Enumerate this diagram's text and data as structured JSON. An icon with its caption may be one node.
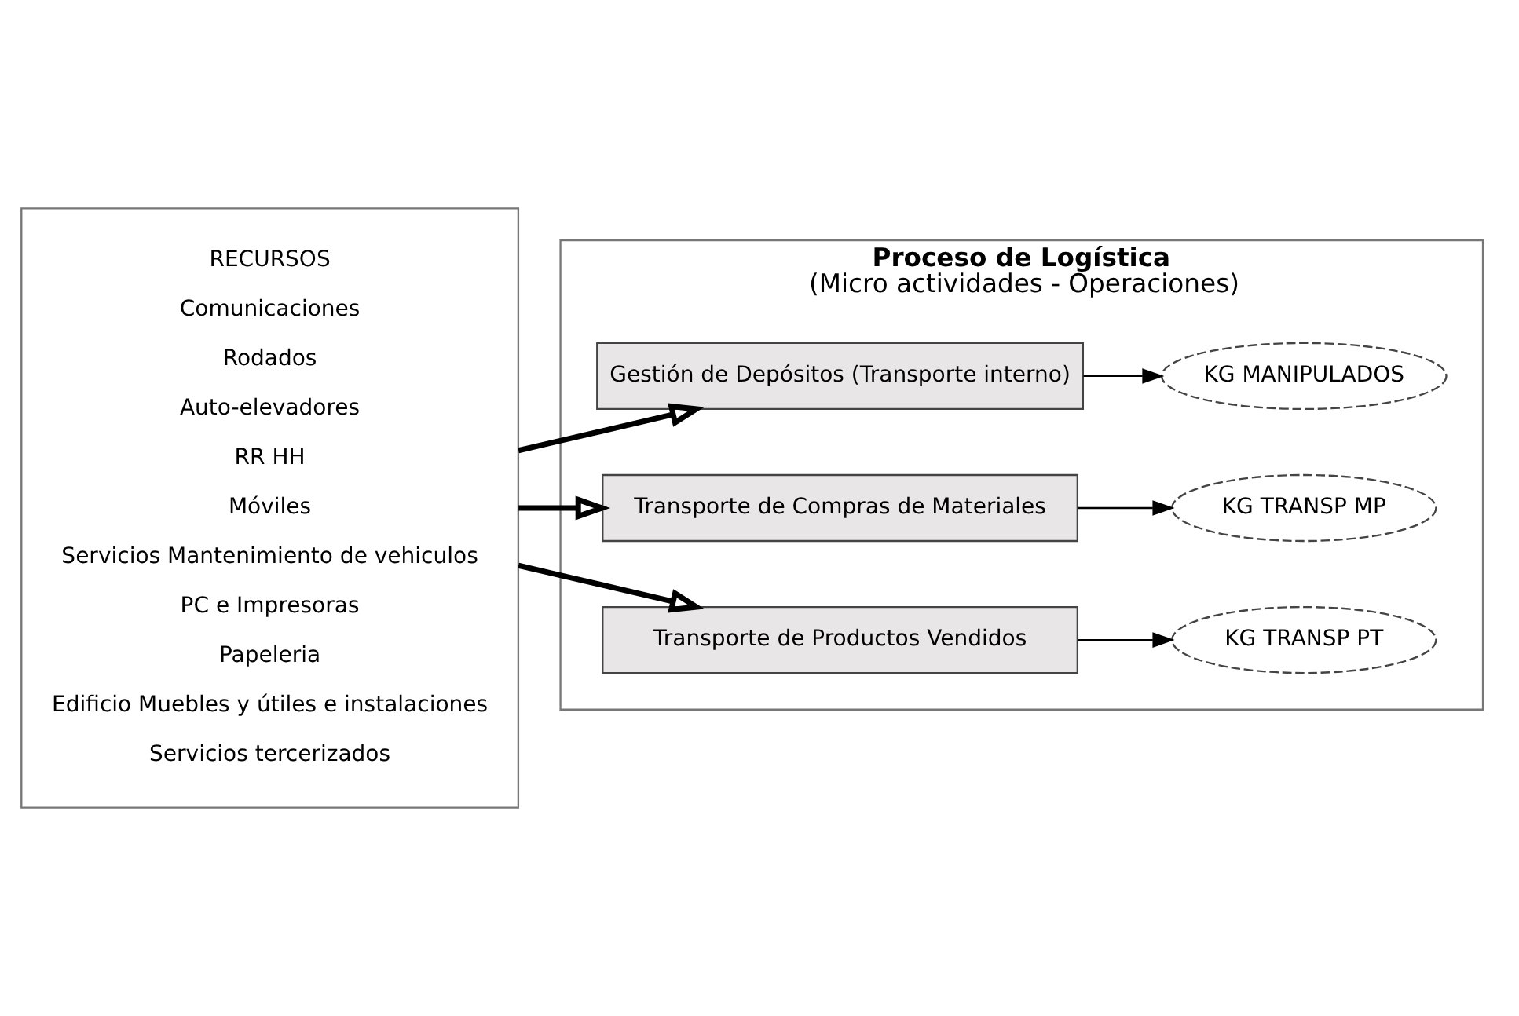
{
  "diagram": {
    "nodes": [
      {
        "text": [
          "RECURSOS",
          "Comunicaciones",
          "Rodados",
          "Auto-elevadores",
          "RR HH",
          "Móviles",
          "Servicios Mantenimiento de vehiculos",
          "PC e Impresoras",
          "Papeleria",
          "Edificio Muebles y útiles e instalaciones",
          "Servicios tercerizados"
        ]
      },
      {
        "text": [
          "Proceso de Logística",
          "(Micro actividades - Operaciones)"
        ]
      },
      {
        "text": [
          "Gestión de Depósitos (Transporte interno)"
        ],
        "in": 1
      },
      {
        "text": [
          "Transporte de Compras de Materiales"
        ],
        "in": 1
      },
      {
        "text": [
          "Transporte de Productos Vendidos"
        ],
        "in": 1
      },
      {
        "text": [
          "KG MANIPULADOS"
        ],
        "in": 1
      },
      {
        "text": [
          "KG TRANSP MP"
        ],
        "in": 1
      },
      {
        "text": [
          "KG TRANSP PT"
        ],
        "in": 1
      }
    ],
    "edges": [
      {
        "from": 0,
        "to": 2,
        "arrow": "to",
        "style": "thick"
      },
      {
        "from": 0,
        "to": 3,
        "arrow": "to",
        "style": "thick"
      },
      {
        "from": 0,
        "to": 4,
        "arrow": "to",
        "style": "thick"
      },
      {
        "from": 2,
        "to": 5,
        "arrow": "to"
      },
      {
        "from": 3,
        "to": 6,
        "arrow": "to"
      },
      {
        "from": 4,
        "to": 7,
        "arrow": "to"
      }
    ]
  }
}
